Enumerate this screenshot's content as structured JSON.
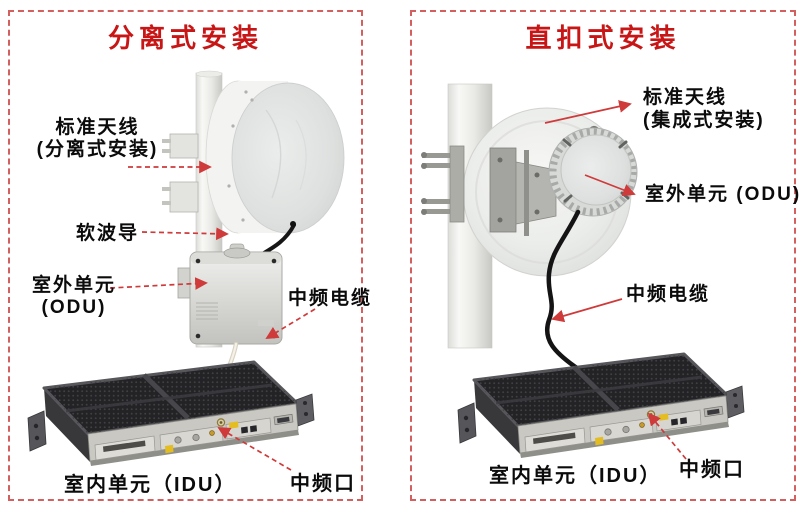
{
  "diagram": {
    "colors": {
      "title_red": "#c81616",
      "border_red": "#d45f5f",
      "arrow_red": "#cf3a3a",
      "label_text": "#0b0b0b"
    },
    "panels": [
      {
        "title": "分离式安装",
        "labels": {
          "antenna_line1": "标准天线",
          "antenna_line2": "(分离式安装)",
          "waveguide": "软波导",
          "odu_line1": "室外单元",
          "odu_line2": "(ODU)",
          "if_cable": "中频电缆",
          "if_port": "中频口",
          "idu": "室内单元（IDU）"
        }
      },
      {
        "title": "直扣式安装",
        "labels": {
          "antenna_line1": "标准天线",
          "antenna_line2": "(集成式安装)",
          "odu": "室外单元 (ODU)",
          "if_cable": "中频电缆",
          "if_port": "中频口",
          "idu": "室内单元（IDU）"
        }
      }
    ]
  }
}
